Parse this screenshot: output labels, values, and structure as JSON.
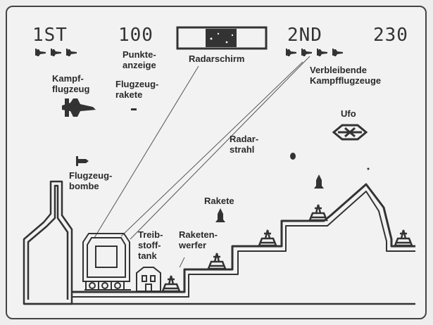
{
  "hud": {
    "player1_label": "1ST",
    "player1_score": "100",
    "player1_lives": 3,
    "player2_label": "2ND",
    "player2_score": "230",
    "player2_lives": 4
  },
  "labels": {
    "score_display": [
      "Punkte-",
      "anzeige"
    ],
    "radar_screen": "Radarschirm",
    "remaining_fighters": [
      "Verbleibende",
      "Kampfflugzeuge"
    ],
    "fighter": [
      "Kampf-",
      "flugzeug"
    ],
    "plane_rocket": [
      "Flugzeug-",
      "rakete"
    ],
    "ufo": "Ufo",
    "radar_beam": [
      "Radar-",
      "strahl"
    ],
    "plane_bomb": [
      "Flugzeug-",
      "bombe"
    ],
    "rocket": "Rakete",
    "fuel_tank": [
      "Treib-",
      "stoff-",
      "tank"
    ],
    "launcher": [
      "Raketen-",
      "werfer"
    ]
  },
  "colors": {
    "ink": "#333333",
    "paper": "#f2f2f2"
  }
}
